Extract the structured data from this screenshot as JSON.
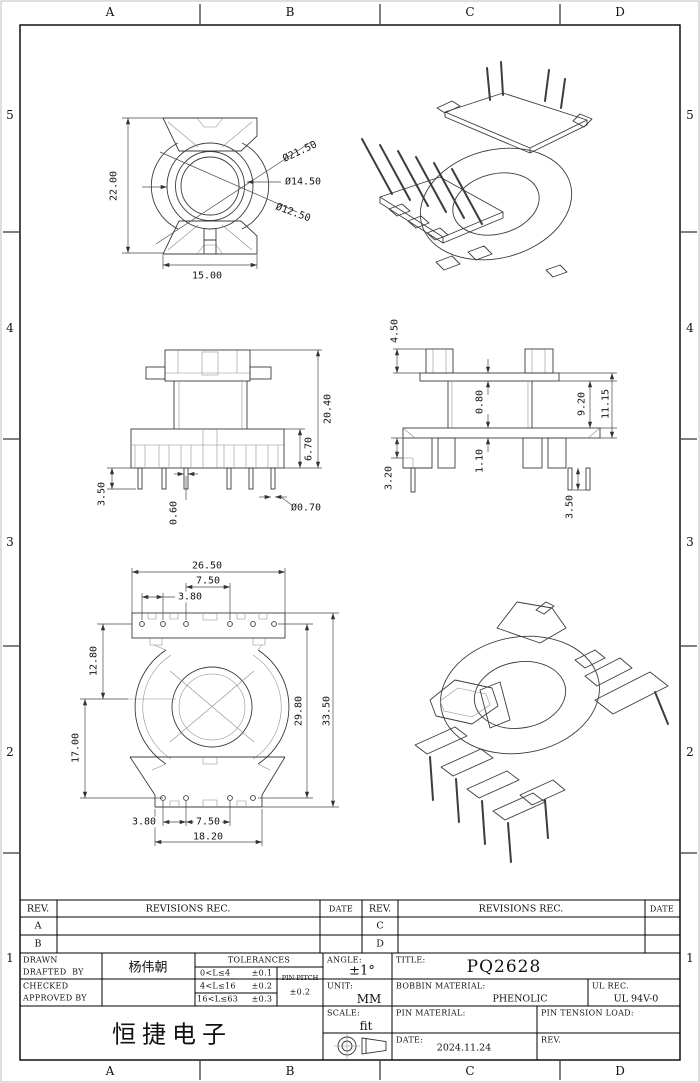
{
  "frame": {
    "cols": [
      "A",
      "B",
      "C",
      "D"
    ],
    "rows": [
      "5",
      "4",
      "3",
      "2",
      "1"
    ]
  },
  "revisions": {
    "rev_header": "REV.",
    "rec_header": "REVISIONS REC.",
    "date_header": "DATE",
    "left_rows": [
      "A",
      "B"
    ],
    "right_rows": [
      "C",
      "D"
    ]
  },
  "title_block": {
    "drawn_label": "DRAWN",
    "drafted_label": "DRAFTED  BY",
    "drafter_name": "杨伟朝",
    "checked_label": "CHECKED",
    "approved_label": "APPROVED BY",
    "tolerances_title": "TOLERANCES",
    "tolerance_rows": [
      {
        "range": "0<L≤4",
        "tol": "±0.1"
      },
      {
        "range": "4<L≤16",
        "tol": "±0.2"
      },
      {
        "range": "16<L≤63",
        "tol": "±0.3"
      }
    ],
    "pin_pitch_label": "PIN PITCH",
    "pin_pitch_tol": "±0.2",
    "angle_label": "ANGLE:",
    "angle_value": "±1°",
    "unit_label": "UNIT:",
    "unit_value": "MM",
    "scale_label": "SCALE:",
    "scale_value": "fit",
    "title_label": "TITLE:",
    "title_value": "PQ2628",
    "bobbin_material_label": "BOBBIN MATERIAL:",
    "bobbin_material_value": "PHENOLIC",
    "ul_rec_label": "UL REC.",
    "ul_rec_value": "UL 94V-0",
    "pin_material_label": "PIN MATERIAL:",
    "pin_tension_label": "PIN TENSION LOAD:",
    "date_label": "DATE:",
    "date_value": "2024.11.24",
    "rev_label": "REV.",
    "company": "恒捷电子"
  },
  "views": {
    "top_view": {
      "dim_height": "22.00",
      "dim_width": "15.00",
      "dia_outer": "Ø21.50",
      "dia_middle": "Ø14.50",
      "dia_inner": "Ø12.50"
    },
    "front_view": {
      "dim_total_height": "20.40",
      "dim_base_height": "6.70",
      "dim_pin_length": "3.50",
      "dim_pin_width": "0.60",
      "dim_pin_dia": "Ø0.70"
    },
    "side_view": {
      "dim_top_flange": "4.50",
      "dim_flange_plate": "0.80",
      "dim_winding_width": "9.20",
      "dim_overall_width": "11.15",
      "dim_base_plate": "1.10",
      "dim_step": "3.20",
      "dim_pin_length": "3.50"
    },
    "bottom_view": {
      "dim_top_width": "26.50",
      "dim_top_pitch": "7.50",
      "dim_top_gap": "3.80",
      "dim_upper_half": "12.80",
      "dim_lower_half": "17.00",
      "dim_pin_span": "29.80",
      "dim_overall": "33.50",
      "dim_bottom_gap": "3.80",
      "dim_bottom_pitch": "7.50",
      "dim_bottom_width": "18.20"
    }
  }
}
